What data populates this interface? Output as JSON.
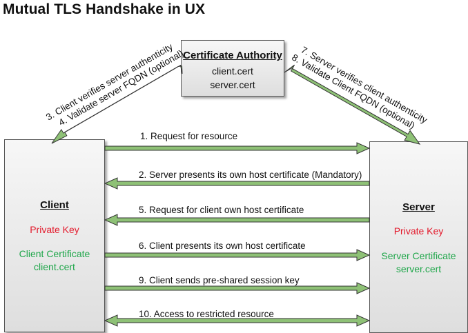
{
  "title": "Mutual TLS Handshake in UX",
  "colors": {
    "arrow_fill": "#8ec176",
    "arrow_stroke": "#333333",
    "private_key": "#e3192b",
    "certificate": "#1fa64a"
  },
  "certificate_authority": {
    "title": "Certificate Authority",
    "items": [
      "client.cert",
      "server.cert"
    ]
  },
  "client": {
    "title": "Client",
    "private_key": "Private Key",
    "certificate_label": "Client Certificate",
    "certificate_file": "client.cert"
  },
  "server": {
    "title": "Server",
    "private_key": "Private Key",
    "certificate_label": "Server Certificate",
    "certificate_file": "server.cert"
  },
  "ca_links": {
    "client_side": [
      "3. Client verifies server authenticity",
      "4. Validate server FQDN (optional)"
    ],
    "server_side": [
      "7. Server verifies client authenticity",
      "8. Validate Client FQDN (optional)"
    ]
  },
  "messages": [
    {
      "label": "1. Request for resource",
      "direction": "right"
    },
    {
      "label": "2. Server presents its own host certificate (Mandatory)",
      "direction": "left"
    },
    {
      "label": "5. Request for client own host certificate",
      "direction": "left"
    },
    {
      "label": "6. Client presents its own host certificate",
      "direction": "right"
    },
    {
      "label": "9. Client sends pre-shared session key",
      "direction": "right"
    },
    {
      "label": "10. Access to restricted resource",
      "direction": "both"
    }
  ]
}
